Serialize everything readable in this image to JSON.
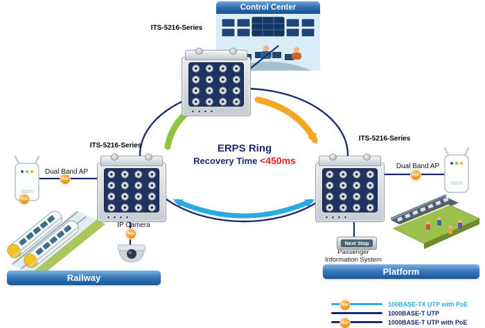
{
  "control_center": {
    "title": "Control Center"
  },
  "switches": {
    "top": "ITS-5216-Series",
    "left": "ITS-5216-Series",
    "right": "ITS-5216-Series"
  },
  "ring": {
    "line1": "ERPS Ring",
    "line2_prefix": "Recovery Time ",
    "line2_value": "<450ms"
  },
  "railway": {
    "ap_label": "Dual Band AP",
    "camera_label": "IP Camera",
    "banner": "Railway"
  },
  "platform": {
    "ap_label": "Dual Band AP",
    "sign": "Next Stop",
    "pis_line1": "Passenger",
    "pis_line2": "Information System",
    "banner": "Platform"
  },
  "poe": "PoE",
  "legend": {
    "items": [
      {
        "label": "100BASE-TX UTP with PoE",
        "color": "#29abe2",
        "poe": true
      },
      {
        "label": "1000BASE-T UTP",
        "color": "#1b2a6b",
        "poe": false
      },
      {
        "label": "1000BASE-T UTP with PoE",
        "color": "#1b2a6b",
        "poe": true
      }
    ]
  },
  "colors": {
    "ring_navy": "#1b2a6b",
    "arrow_green": "#8cc63e",
    "arrow_orange": "#f5a623",
    "arrow_cyan": "#29abe2",
    "value_red": "#ed1c24",
    "banner_blue": "#2a66ab",
    "poe_orange": "#f7941d"
  }
}
